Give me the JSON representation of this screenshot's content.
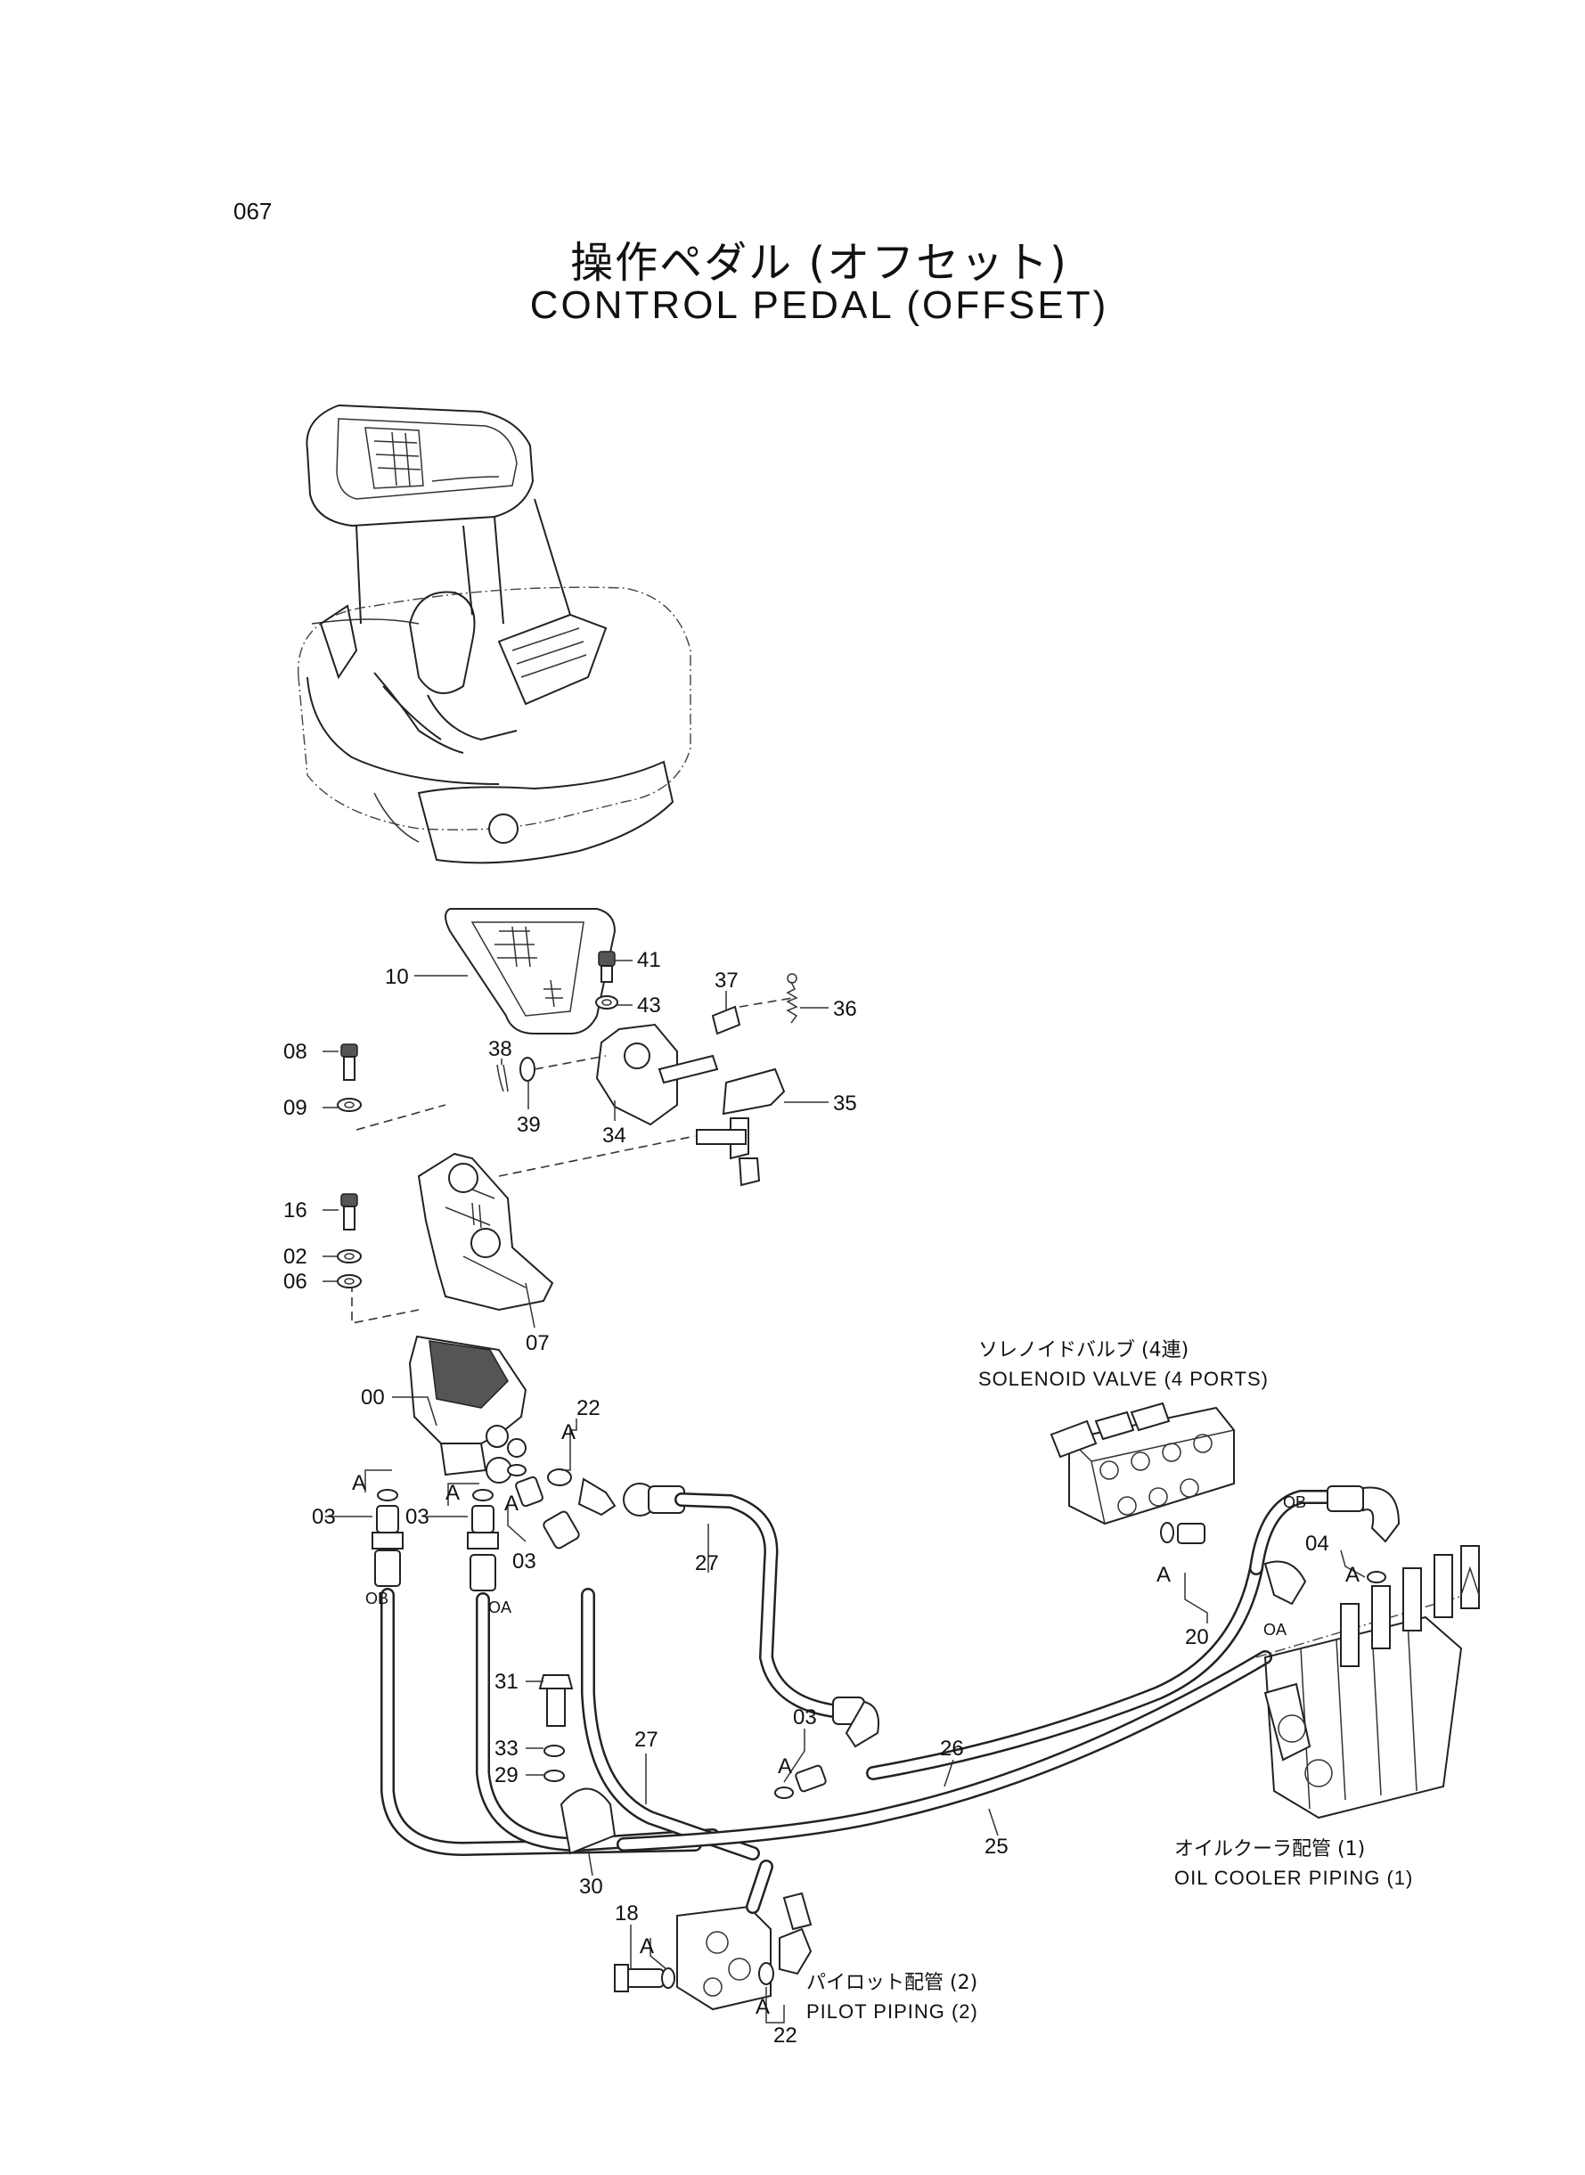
{
  "page": {
    "number": "067"
  },
  "title": {
    "jp": "操作ペダル (オフセット)",
    "en": "CONTROL  PEDAL  (OFFSET)"
  },
  "callouts": [
    {
      "id": "41",
      "text": "41"
    },
    {
      "id": "43",
      "text": "43"
    },
    {
      "id": "37",
      "text": "37"
    },
    {
      "id": "36",
      "text": "36"
    },
    {
      "id": "10",
      "text": "10"
    },
    {
      "id": "38",
      "text": "38"
    },
    {
      "id": "39",
      "text": "39"
    },
    {
      "id": "34",
      "text": "34"
    },
    {
      "id": "35",
      "text": "35"
    },
    {
      "id": "08",
      "text": "08"
    },
    {
      "id": "09",
      "text": "09"
    },
    {
      "id": "16",
      "text": "16"
    },
    {
      "id": "02",
      "text": "02"
    },
    {
      "id": "06",
      "text": "06"
    },
    {
      "id": "07",
      "text": "07"
    },
    {
      "id": "00",
      "text": "00"
    },
    {
      "id": "22a",
      "text": "22"
    },
    {
      "id": "03a",
      "text": "03"
    },
    {
      "id": "03b",
      "text": "03"
    },
    {
      "id": "03c",
      "text": "03"
    },
    {
      "id": "27a",
      "text": "27"
    },
    {
      "id": "31",
      "text": "31"
    },
    {
      "id": "33",
      "text": "33"
    },
    {
      "id": "29",
      "text": "29"
    },
    {
      "id": "27b",
      "text": "27"
    },
    {
      "id": "03d",
      "text": "03"
    },
    {
      "id": "26",
      "text": "26"
    },
    {
      "id": "25",
      "text": "25"
    },
    {
      "id": "30",
      "text": "30"
    },
    {
      "id": "18",
      "text": "18"
    },
    {
      "id": "22b",
      "text": "22"
    },
    {
      "id": "20",
      "text": "20"
    },
    {
      "id": "04",
      "text": "04"
    }
  ],
  "port_labels": {
    "a": "A",
    "ob": "OB",
    "oa": "OA"
  },
  "notes": {
    "solenoid_jp": "ソレノイドバルブ (4連)",
    "solenoid_en": "SOLENOID VALVE (4 PORTS)",
    "oil_cooler_jp": "オイルクーラ配管 (1)",
    "oil_cooler_en": "OIL COOLER PIPING (1)",
    "pilot_jp": "パイロット配管 (2)",
    "pilot_en": "PILOT PIPING (2)"
  }
}
